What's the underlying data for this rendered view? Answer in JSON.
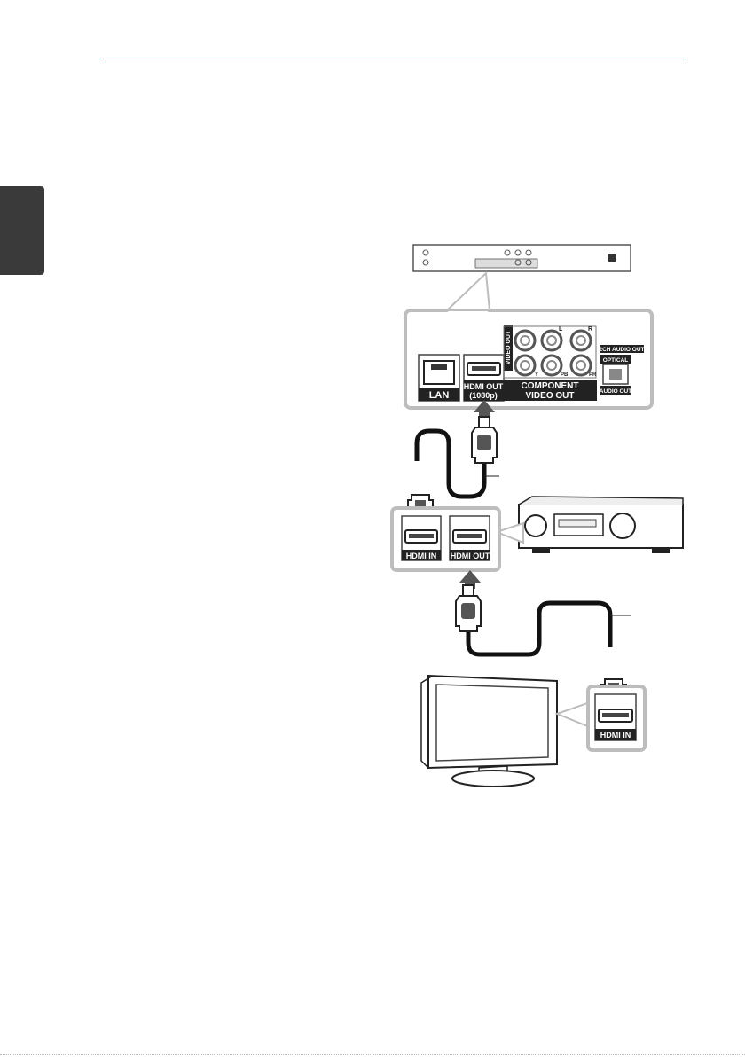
{
  "colors": {
    "accent_rule": "#b3134b",
    "side_tab": "#3a3a3a",
    "panel_stroke": "#bdbdbd"
  },
  "player_panel": {
    "lan_label": "LAN",
    "hdmi_out_label": "HDMI OUT",
    "hdmi_out_res": "(1080p)",
    "component_label": "COMPONENT",
    "video_out_label": "VIDEO OUT",
    "video_out_vertical": "VIDEO OUT",
    "jack_l": "L",
    "jack_r": "R",
    "jack_y": "Y",
    "jack_pb": "PB",
    "jack_pr": "PR",
    "audio_out_2ch": "2CH AUDIO OUT",
    "optical_label": "OPTICAL",
    "audio_out_label": "AUDIO OUT"
  },
  "receiver_panel": {
    "hdmi_in_label": "HDMI IN",
    "hdmi_out_label": "HDMI OUT"
  },
  "tv_panel": {
    "hdmi_in_label": "HDMI IN"
  }
}
